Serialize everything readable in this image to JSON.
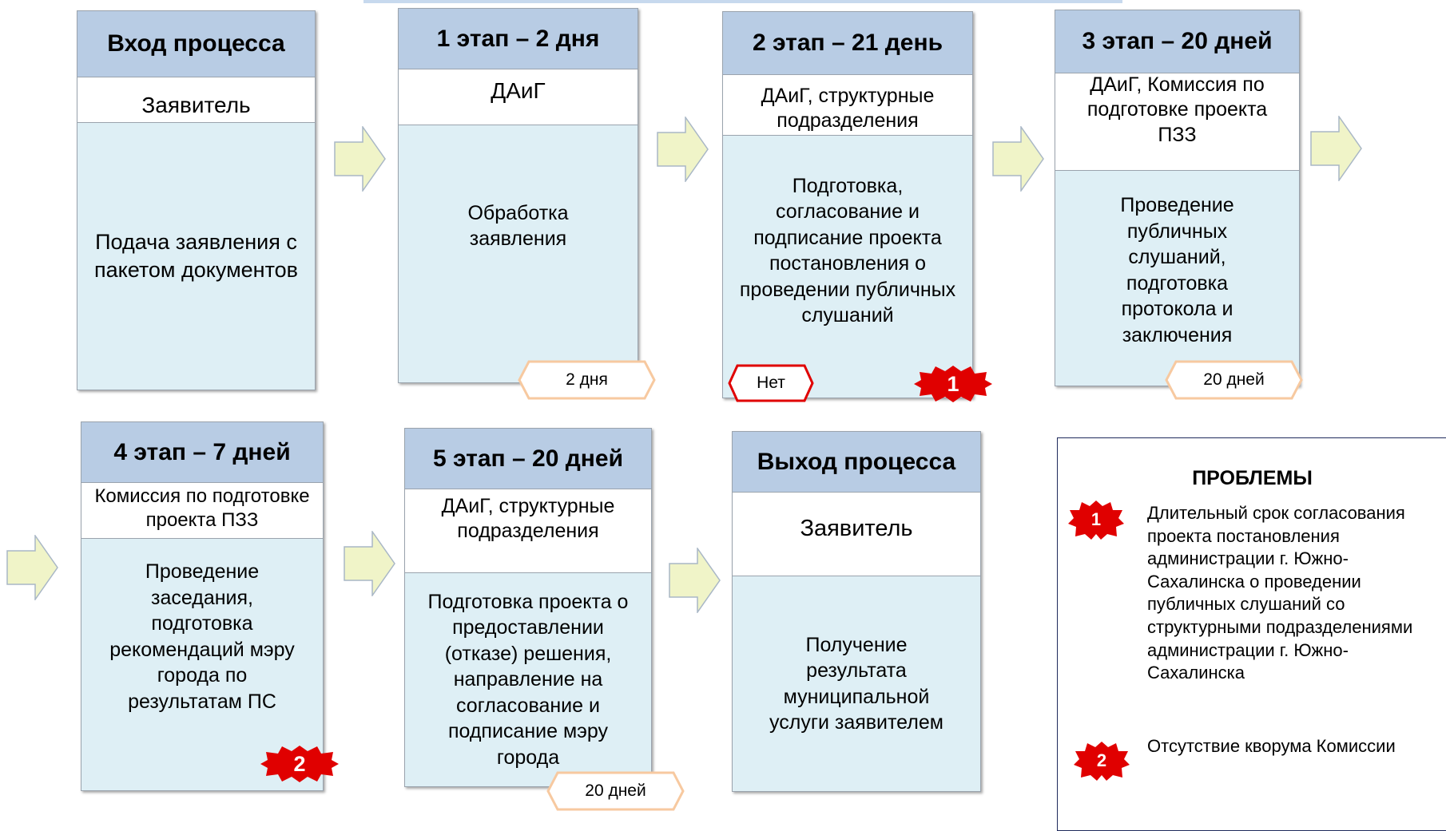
{
  "stages": [
    {
      "title": "Вход процесса",
      "who": "Заявитель",
      "body": "Подача заявления с пакетом документов"
    },
    {
      "title": "1 этап – 2 дня",
      "who": "ДАиГ",
      "body": "Обработка заявления",
      "duration": "2 дня"
    },
    {
      "title": "2 этап – 21 день",
      "who": "ДАиГ, структурные подразделения",
      "body": "Подготовка, согласование и подписание проекта постановления о проведении публичных слушаний",
      "tag": "Нет",
      "problem": "1"
    },
    {
      "title": "3 этап – 20 дней",
      "who": "ДАиГ, Комиссия по подготовке проекта ПЗЗ",
      "body": "Проведение публичных слушаний, подготовка протокола и заключения",
      "duration": "20 дней"
    },
    {
      "title": "4 этап – 7 дней",
      "who": "Комиссия по подготовке проекта ПЗЗ",
      "body": "Проведение заседания, подготовка рекомендаций мэру города по результатам  ПС",
      "problem": "2"
    },
    {
      "title": "5 этап – 20 дней",
      "who": "ДАиГ, структурные подразделения",
      "body": "Подготовка проекта о предоставлении (отказе)  решения, направление на согласование и подписание мэру города",
      "duration": "20 дней"
    },
    {
      "title": "Выход процесса",
      "who": "Заявитель",
      "body": "Получение результата муниципальной услуги заявителем"
    }
  ],
  "problems": {
    "title": "ПРОБЛЕМЫ",
    "items": [
      {
        "num": "1",
        "text": "Длительный срок согласования проекта постановления администрации г. Южно-Сахалинска  о проведении публичных слушаний со структурными подразделениями администрации г. Южно-Сахалинска"
      },
      {
        "num": "2",
        "text": "Отсутствие кворума Комиссии"
      }
    ]
  },
  "colors": {
    "header": "#b8cce4",
    "body": "#deeff5",
    "arrow": "#f0f4c8",
    "tag_border": "#f7c9a0",
    "tag_no_border": "#e00000",
    "burst": "#e00000",
    "frame": "#1f2a5c"
  }
}
